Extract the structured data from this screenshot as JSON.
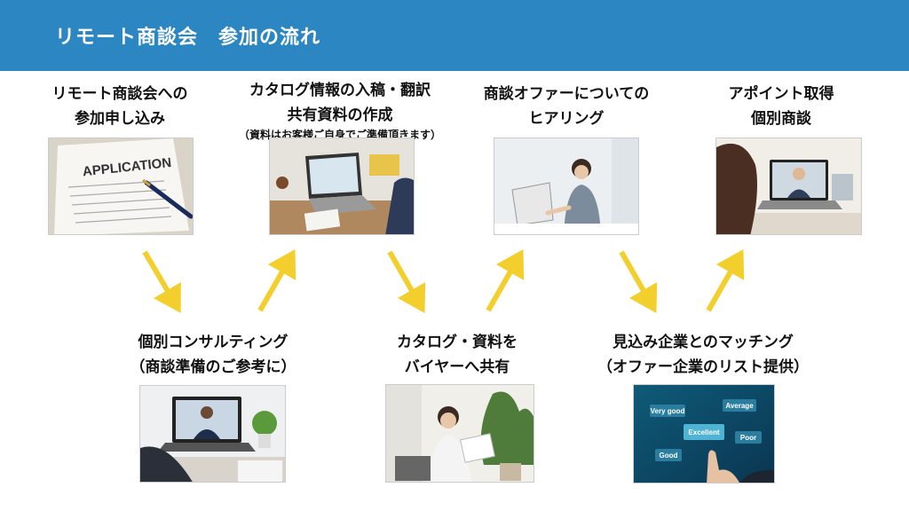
{
  "header": {
    "title": "リモート商談会　参加の流れ"
  },
  "steps": {
    "s1": {
      "line1": "リモート商談会への",
      "line2": "参加申し込み",
      "photo_text": "APPLICATION"
    },
    "s2": {
      "line1": "個別コンサルティング",
      "line2": "（商談準備のご参考に）"
    },
    "s3": {
      "line1": "カタログ情報の入稿・翻訳",
      "line2": "共有資料の作成",
      "note": "（資料はお客様ご自身でご準備頂きます）"
    },
    "s4": {
      "line1": "カタログ・資料を",
      "line2": "バイヤーへ共有"
    },
    "s5": {
      "line1": "商談オファーについての",
      "line2": "ヒアリング"
    },
    "s6": {
      "line1": "見込み企業とのマッチング",
      "line2": "（オファー企業のリスト提供）",
      "photo_words": [
        "Very good",
        "Average",
        "Excellent",
        "Poor",
        "Good"
      ]
    },
    "s7": {
      "line1": "アポイント取得",
      "line2": "個別商談"
    }
  },
  "colors": {
    "header": "#2b86c1",
    "arrow": "#f2cf2c"
  }
}
